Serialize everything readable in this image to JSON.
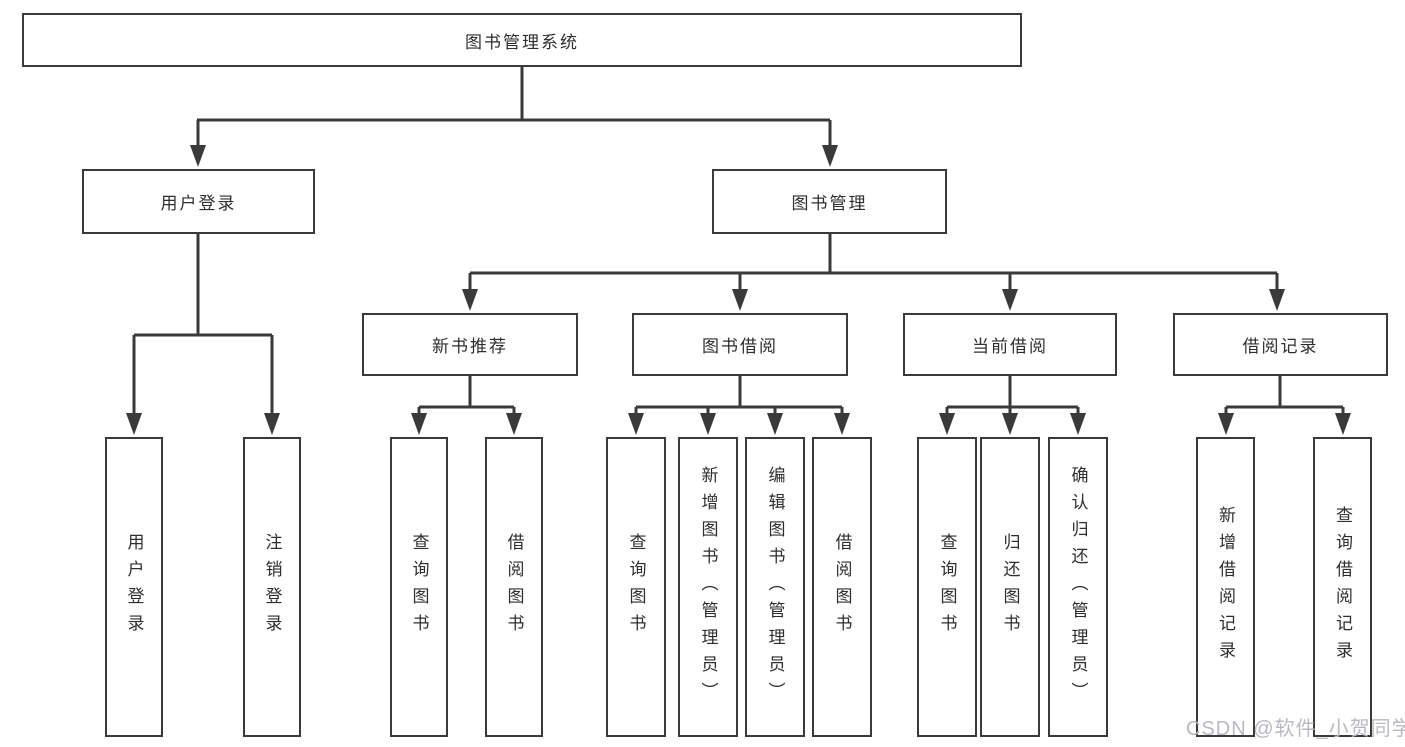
{
  "root": {
    "label": "图书管理系统"
  },
  "level2": [
    {
      "label": "用户登录"
    },
    {
      "label": "图书管理"
    }
  ],
  "level3": [
    {
      "label": "新书推荐"
    },
    {
      "label": "图书借阅"
    },
    {
      "label": "当前借阅"
    },
    {
      "label": "借阅记录"
    }
  ],
  "leaves": [
    {
      "label": "用户登录"
    },
    {
      "label": "注销登录"
    },
    {
      "label": "查询图书"
    },
    {
      "label": "借阅图书"
    },
    {
      "label": "查询图书"
    },
    {
      "label": "新增图书（管理员）"
    },
    {
      "label": "编辑图书（管理员）"
    },
    {
      "label": "借阅图书"
    },
    {
      "label": "查询图书"
    },
    {
      "label": "归还图书"
    },
    {
      "label": "确认归还（管理员）"
    },
    {
      "label": "新增借阅记录"
    },
    {
      "label": "查询借阅记录"
    }
  ],
  "watermark": "CSDN @软件_小贺同学",
  "colors": {
    "line": "#3a3a3a",
    "text": "#2e2e2e",
    "watermark": "#b9b9c0",
    "background": "#ffffff"
  }
}
